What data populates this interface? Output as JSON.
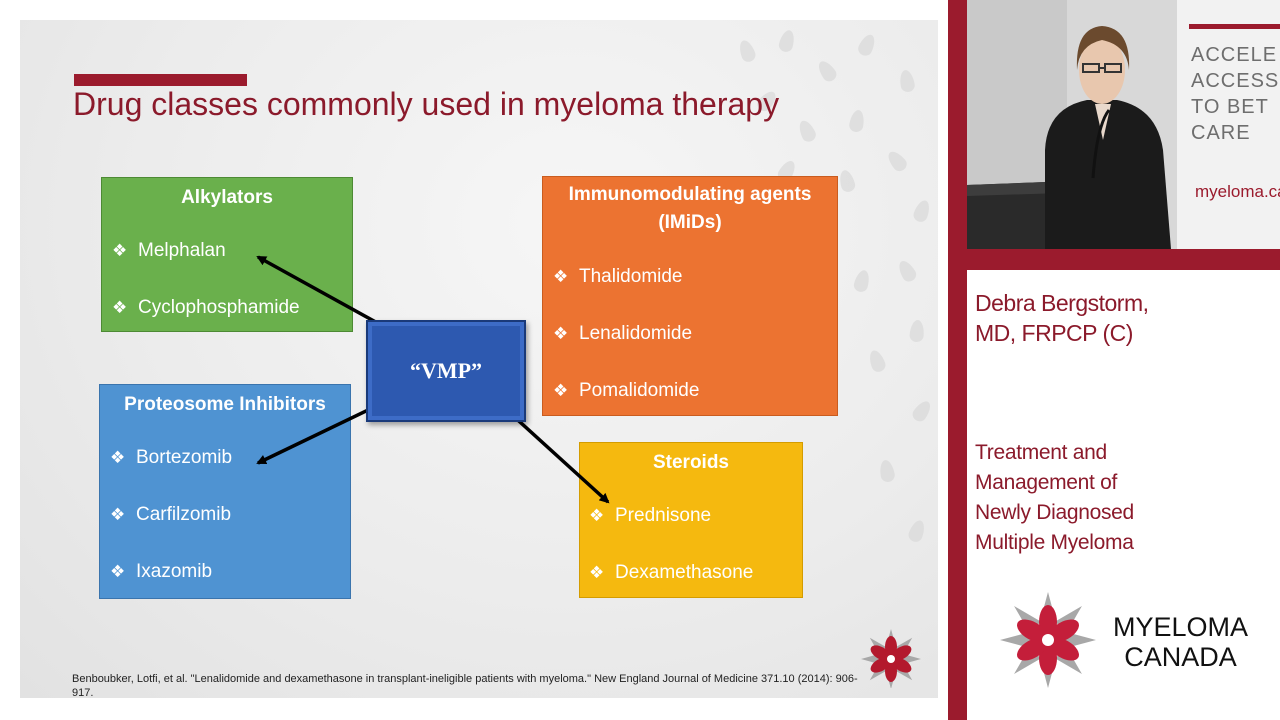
{
  "slide": {
    "title": "Drug classes commonly used in myeloma therapy",
    "alkylators": {
      "heading": "Alkylators",
      "items": [
        "Melphalan",
        "Cyclophosphamide"
      ]
    },
    "proteosome": {
      "heading": "Proteosome Inhibitors",
      "items": [
        "Bortezomib",
        "Carfilzomib",
        "Ixazomib"
      ]
    },
    "imids": {
      "heading_line1": "Immunomodulating agents",
      "heading_line2": "(IMiDs)",
      "items": [
        "Thalidomide",
        "Lenalidomide",
        "Pomalidomide"
      ]
    },
    "steroids": {
      "heading": "Steroids",
      "items": [
        "Prednisone",
        "Dexamethasone"
      ]
    },
    "vmp_label": "“VMP”",
    "bullet_glyph": "❖",
    "citation": "Benboubker, Lotfi, et al. \"Lenalidomide and dexamethasone in transplant-ineligible patients with myeloma.\" New England Journal of Medicine 371.10 (2014): 906-917."
  },
  "video": {
    "backdrop_lines": [
      "ACCELE",
      "ACCESS",
      "TO BET",
      "CARE"
    ],
    "backdrop_url": "myeloma.ca"
  },
  "sidebar": {
    "speaker_line1": "Debra Bergstorm,",
    "speaker_line2": "MD, FRPCP (C)",
    "talk_lines": [
      "Treatment and",
      "Management of",
      "Newly Diagnosed",
      "Multiple Myeloma"
    ],
    "org_line1": "MYELOMA",
    "org_line2": "CANADA"
  },
  "colors": {
    "brand_red": "#9b1b2d",
    "alkylators": "#6ab04c",
    "proteosome": "#4f93d2",
    "imids": "#ec7331",
    "steroids": "#f5b90f",
    "vmp": "#2d59b0"
  }
}
